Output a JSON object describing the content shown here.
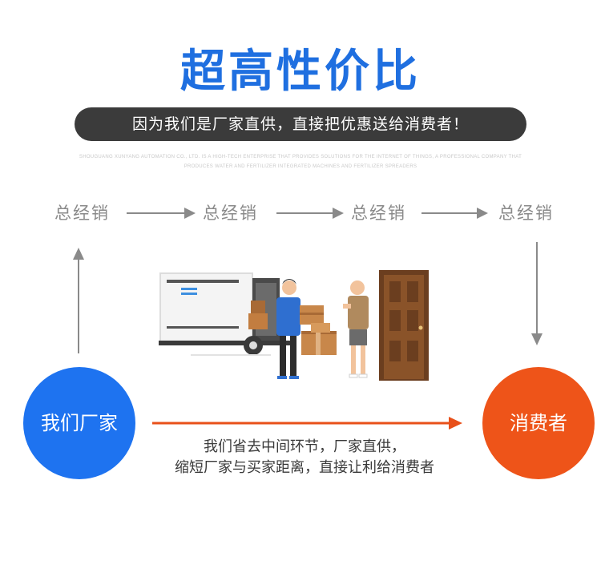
{
  "title": "超高性价比",
  "banner_text": "因为我们是厂家直供，直接把优惠送给消费者！",
  "fine_print": {
    "line1": "SHOUGUANG XUNYANG AUTOMATION CO., LTD. IS A HIGH-TECH ENTERPRISE THAT PROVIDES SOLUTIONS FOR THE INTERNET OF THINGS, A PROFESSIONAL COMPANY THAT",
    "line2": "PRODUCES WATER AND FERTILIZER INTEGRATED MACHINES AND FERTILIZER SPREADERS"
  },
  "distributors": [
    "总经销",
    "总经销",
    "总经销",
    "总经销"
  ],
  "left_circle": "我们厂家",
  "right_circle": "消费者",
  "caption": {
    "line1": "我们省去中间环节，厂家直供，",
    "line2": "缩短厂家与买家距离，直接让利给消费者"
  },
  "colors": {
    "title": "#1f6fe0",
    "banner_bg": "#3b3b3b",
    "left_circle": "#1e73f0",
    "right_circle": "#ee5419",
    "direct_arrow": "#e8501a",
    "flow_arrow": "#8a8a8a"
  }
}
